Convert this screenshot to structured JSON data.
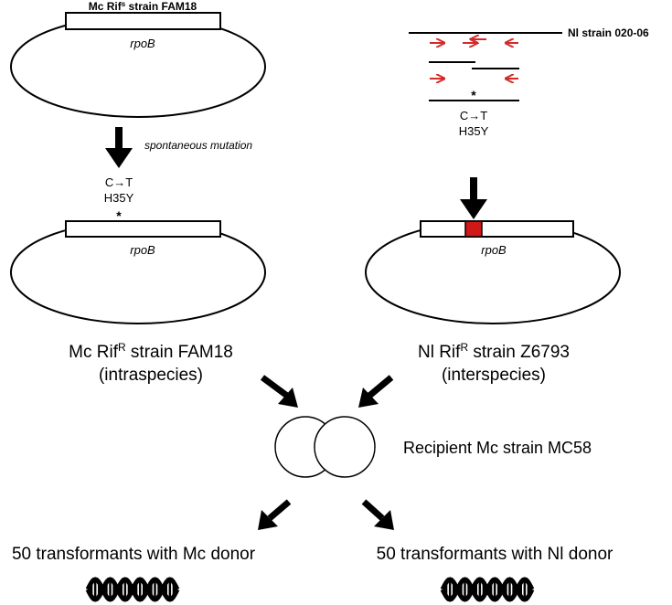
{
  "left_top": {
    "strain_title_prefix": "Mc Rif",
    "strain_title_sup": "s",
    "strain_title_suffix": " strain FAM18",
    "gene_label": "rpoB",
    "mutation_caption": "spontaneous mutation",
    "mutation_line1": "C→T",
    "mutation_line2": "H35Y",
    "star": "*"
  },
  "left_bottom": {
    "gene_label": "rpoB",
    "strain_line1_prefix": "Mc Rif",
    "strain_line1_sup": "R",
    "strain_line1_suffix": " strain FAM18",
    "strain_line2": "(intraspecies)"
  },
  "right_top": {
    "strain_label": "Nl strain 020-06",
    "star": "*",
    "mutation_line1": "C→T",
    "mutation_line2": "H35Y"
  },
  "right_bottom": {
    "gene_label": "rpoB",
    "strain_line1_prefix": "Nl Rif",
    "strain_line1_sup": "R",
    "strain_line1_suffix": " strain Z6793",
    "strain_line2": "(interspecies)"
  },
  "recipient": {
    "label": "Recipient Mc strain MC58"
  },
  "outcomes": {
    "left": "50 transformants with Mc donor",
    "right": "50 transformants with Nl donor"
  },
  "colors": {
    "primer_arrows": "#d42a2a",
    "insert_block": "#d01818",
    "ink": "#000000"
  },
  "icons": [
    "dna-double-helix-icon",
    "dna-double-helix-icon"
  ]
}
